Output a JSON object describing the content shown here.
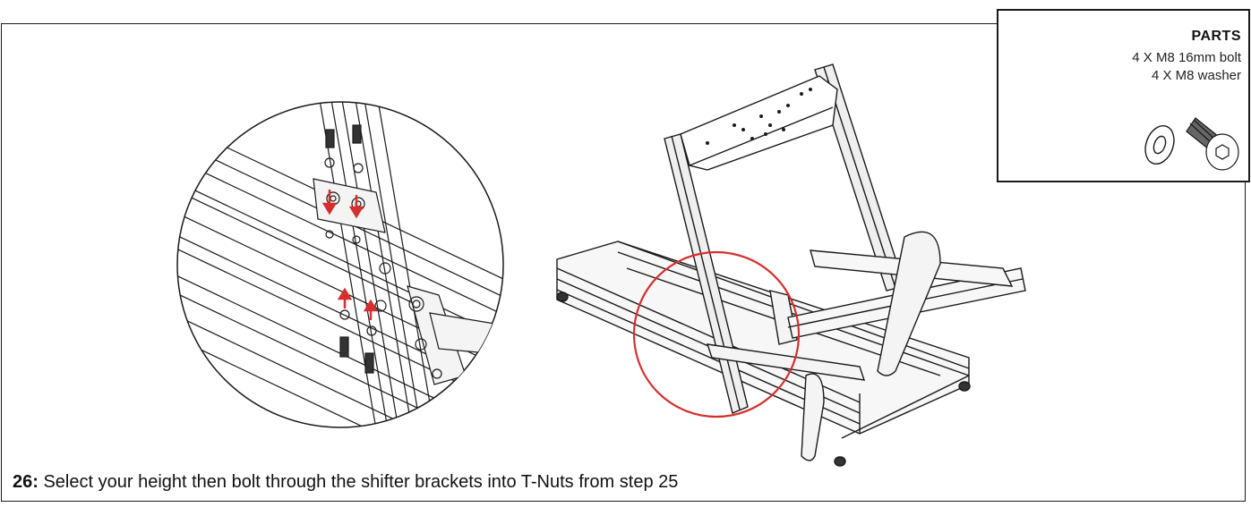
{
  "parts": {
    "title": "PARTS",
    "items": [
      "4 X M8 16mm bolt",
      "4 X M8 washer"
    ],
    "icons": [
      "washer-icon",
      "bolt-icon"
    ]
  },
  "step": {
    "number": "26:",
    "text": "Select your height then bolt through the shifter brackets into T-Nuts from step 25"
  },
  "colors": {
    "highlight": "#d62f2f",
    "line": "#1a1a1a"
  }
}
